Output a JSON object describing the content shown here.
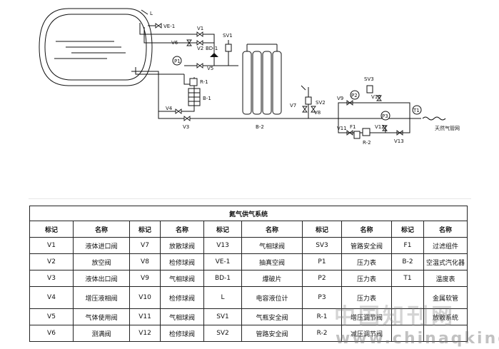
{
  "diagram": {
    "labels": {
      "L": "L",
      "VE1": "VE-1",
      "V1": "V1",
      "V2": "V2",
      "V6": "V6",
      "SV1": "SV1",
      "BD1": "BD-1",
      "P1": "P1",
      "V5": "V5",
      "R1": "R-1",
      "B1": "B-1",
      "V4": "V4",
      "V3": "V3",
      "B2": "B-2",
      "V7": "V7",
      "SV2": "SV2",
      "V8": "V8",
      "V9": "V9",
      "P2": "P2",
      "SV3": "SV3",
      "V10": "V10",
      "P3": "P3",
      "T1": "T1",
      "V11": "V11",
      "F1": "F1",
      "V12": "V12",
      "R2": "R-2",
      "V13": "V13",
      "outlet": "天然气管网"
    }
  },
  "table": {
    "title": "氮气供气系统",
    "headers": [
      "标记",
      "名称",
      "标记",
      "名称",
      "标记",
      "名称",
      "标记",
      "名称",
      "标记",
      "名称"
    ],
    "rows": [
      [
        "V1",
        "液体进口阀",
        "V7",
        "放散球阀",
        "V13",
        "气相球阀",
        "SV3",
        "管路安全阀",
        "F1",
        "过滤组件"
      ],
      [
        "V2",
        "放空阀",
        "V8",
        "检修球阀",
        "VE-1",
        "抽真空阀",
        "P1",
        "压力表",
        "B-2",
        "空温式汽化器"
      ],
      [
        "V3",
        "液体出口阀",
        "V9",
        "气相球阀",
        "BD-1",
        "爆破片",
        "P2",
        "压力表",
        "T1",
        "温度表"
      ],
      [
        "V4",
        "增压液相阀",
        "V10",
        "检修球阀",
        "L",
        "电容液位计",
        "P3",
        "压力表",
        "",
        "金属软管"
      ],
      [
        "V5",
        "气体使用阀",
        "V11",
        "气相球阀",
        "SV1",
        "气瓶安全阀",
        "R-1",
        "增压调节阀",
        "",
        "放散系统"
      ],
      [
        "V6",
        "测满阀",
        "V12",
        "检修球阀",
        "SV2",
        "管路安全阀",
        "R-2",
        "减压调节阀",
        "",
        ""
      ]
    ]
  },
  "watermark": {
    "cn": "中国知刊网",
    "url": "www.chinaqking.com"
  }
}
